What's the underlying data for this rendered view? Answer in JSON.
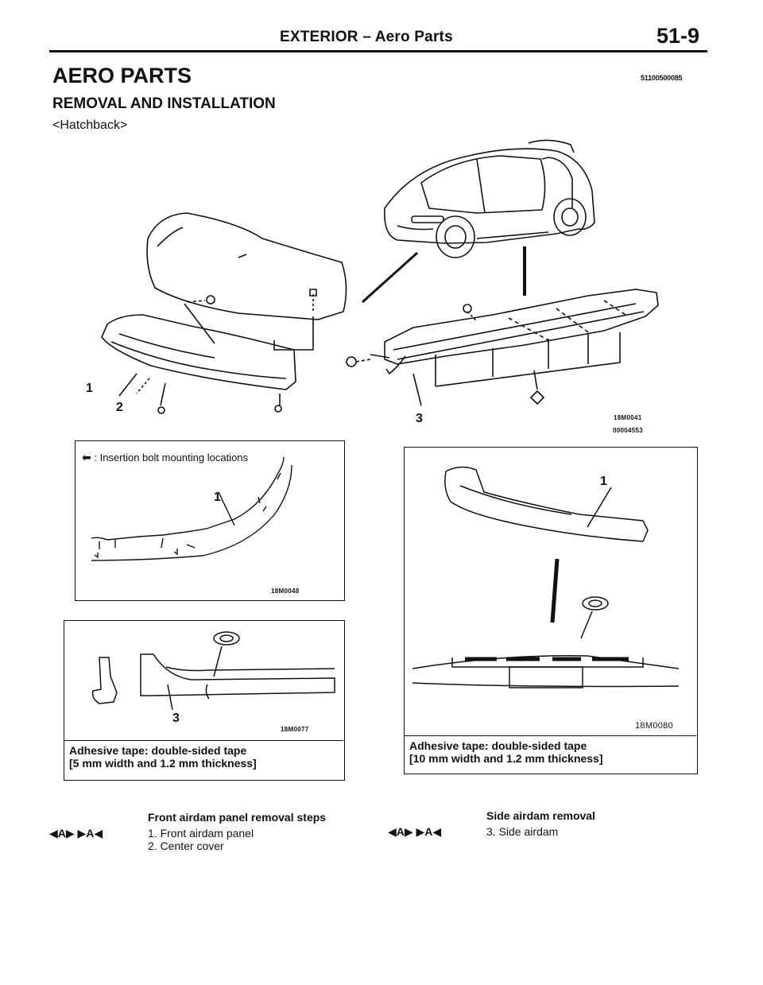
{
  "header": {
    "title": "EXTERIOR – Aero Parts",
    "page_number": "51-9"
  },
  "section": {
    "title": "AERO PARTS",
    "code": "51100500085",
    "subtitle": "REMOVAL AND INSTALLATION",
    "variant": "<Hatchback>"
  },
  "main_figure": {
    "callouts": [
      "1",
      "2",
      "3"
    ],
    "figure_code": "18M0041",
    "doc_code": "00004553"
  },
  "detail_bolt": {
    "legend": ": Insertion bolt mounting locations",
    "callout": "1",
    "figure_code": "18M0048",
    "arrow_icon": "insertion-arrow-icon"
  },
  "detail_tape_front": {
    "callout": "3",
    "figure_code": "18M0077",
    "caption_line1": "Adhesive tape: double-sided tape",
    "caption_line2": "[5 mm width and 1.2 mm thickness]"
  },
  "detail_tape_side": {
    "callout": "1",
    "figure_code": "18M0080",
    "caption_line1": "Adhesive tape: double-sided tape",
    "caption_line2": "[10 mm width and 1.2 mm thickness]"
  },
  "front_steps": {
    "title": "Front airdam panel removal steps",
    "ref": "◀A▶  ▶A◀",
    "items": [
      "1. Front airdam panel",
      "2. Center cover"
    ]
  },
  "side_steps": {
    "title": "Side airdam removal",
    "ref": "◀A▶  ▶A◀",
    "items": [
      "3. Side airdam"
    ]
  }
}
